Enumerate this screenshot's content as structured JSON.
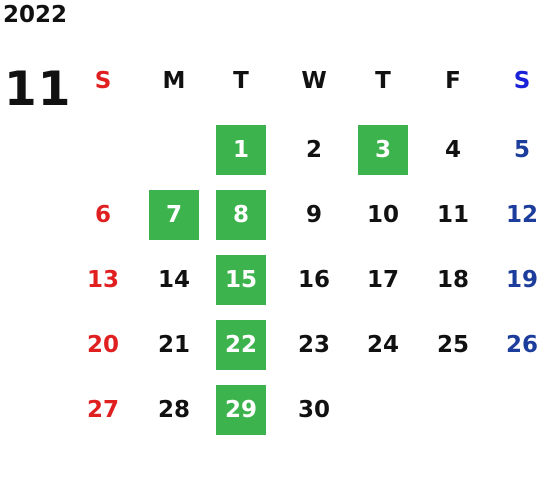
{
  "year": "2022",
  "month": "11",
  "weekdays": [
    {
      "label": "S",
      "key": "sun"
    },
    {
      "label": "M",
      "key": "mon"
    },
    {
      "label": "T",
      "key": "tue"
    },
    {
      "label": "W",
      "key": "wed"
    },
    {
      "label": "T",
      "key": "thu"
    },
    {
      "label": "F",
      "key": "fri"
    },
    {
      "label": "S",
      "key": "sat"
    }
  ],
  "first_weekday_index": 2,
  "days_in_month": 30,
  "highlighted_days": [
    1,
    3,
    7,
    8,
    15,
    22,
    29
  ],
  "colors": {
    "sunday": "#e02020",
    "saturday": "#1d3d9c",
    "saturday_header": "#1a22d8",
    "weekday": "#111111",
    "highlight_bg": "#3cb34c",
    "highlight_text": "#ffffff"
  }
}
